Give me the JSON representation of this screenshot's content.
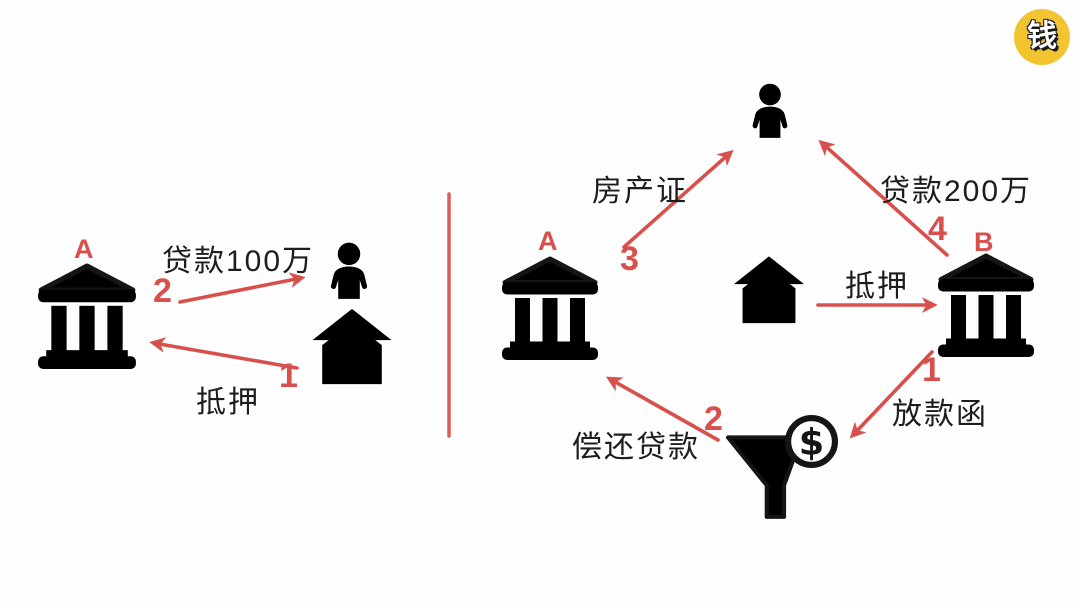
{
  "colors": {
    "red": "#D8504C",
    "ink": "#151515",
    "yellow": "#F2C430",
    "bg": "#FEFEFE"
  },
  "badge": {
    "label": "钱"
  },
  "left_diagram": {
    "bank_label": "A",
    "loan_text": "贷款100万",
    "mortgage_text": "抵押",
    "step1_num": "1",
    "step2_num": "2"
  },
  "right_diagram": {
    "bank_a_label": "A",
    "bank_b_label": "B",
    "cert_text": "房产证",
    "loan_text": "贷款200万",
    "mortgage_text": "抵押",
    "letter_text": "放款函",
    "repay_text": "偿还贷款",
    "step1_num": "1",
    "step2_num": "2",
    "step3_num": "3",
    "step4_num": "4",
    "currency_symbol": "$"
  }
}
